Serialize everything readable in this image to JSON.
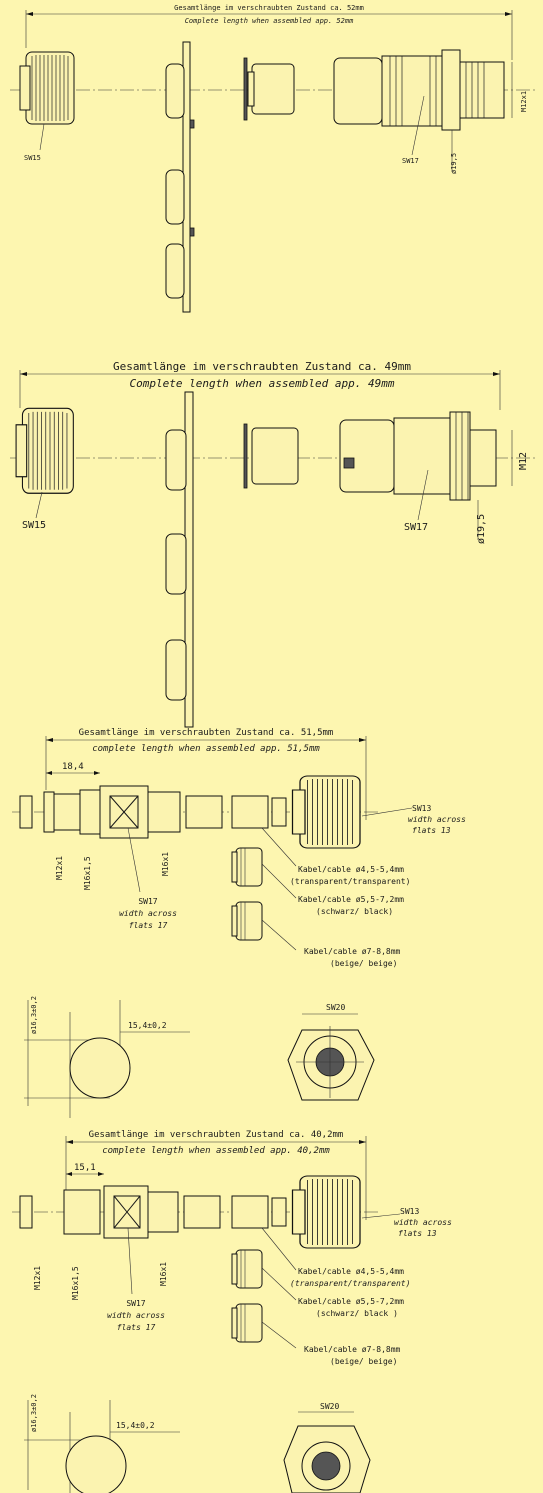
{
  "colors": {
    "background": "#fdf6b0",
    "ink": "#1a1a1a"
  },
  "views": [
    {
      "title_de": "Gesamtlänge im verschraubten Zustand ca. 52mm",
      "title_en": "Complete length when assembled app. 52mm",
      "sw_nut": "SW15",
      "sw_body": "SW17",
      "thread": "M12x1",
      "diameter": "ø19,5"
    },
    {
      "title_de": "Gesamtlänge im verschraubten Zustand ca. 49mm",
      "title_en": "Complete length when assembled app. 49mm",
      "sw_nut": "SW15",
      "sw_body": "SW17",
      "thread": "M12",
      "diameter": "ø19,5"
    },
    {
      "title_de": "Gesamtlänge im verschraubten Zustand ca. 51,5mm",
      "title_en": "complete length when assembled app. 51,5mm",
      "dim_front": "18,4",
      "thread_m12": "M12x1",
      "thread_m16": "M16x1,5",
      "thread_m16b": "M16x1",
      "sw_body": "SW17",
      "sw_body_en1": "width across",
      "sw_body_en2": "flats 17",
      "sw_nut": "SW13",
      "sw_nut_en1": "width across",
      "sw_nut_en2": "flats 13",
      "cable1_a": "Kabel/cable ø4,5-5,4mm",
      "cable1_b": "(transparent/transparent)",
      "cable2_a": "Kabel/cable ø5,5-7,2mm",
      "cable2_b": "(schwarz/ black)",
      "cable3_a": "Kabel/cable ø7-8,8mm",
      "cable3_b": "(beige/ beige)",
      "dia_side": "ø16,3±0,2",
      "len_side": "15,4±0,2",
      "sw_end": "SW20"
    },
    {
      "title_de": "Gesamtlänge im verschraubten Zustand ca. 40,2mm",
      "title_en": "complete length when assembled app. 40,2mm",
      "dim_front": "15,1",
      "thread_m12": "M12x1",
      "thread_m16": "M16x1,5",
      "thread_m16b": "M16x1",
      "sw_body": "SW17",
      "sw_body_en1": "width across",
      "sw_body_en2": "flats 17",
      "sw_nut": "SW13",
      "sw_nut_en1": "width across",
      "sw_nut_en2": "flats 13",
      "cable1_a": "Kabel/cable ø4,5-5,4mm",
      "cable1_b": "(transparent/transparent)",
      "cable2_a": "Kabel/cable ø5,5-7,2mm",
      "cable2_b": "(schwarz/ black )",
      "cable3_a": "Kabel/cable ø7-8,8mm",
      "cable3_b": "(beige/ beige)",
      "dia_side": "ø16,3±0,2",
      "len_side": "15,4±0,2",
      "sw_end": "SW20"
    }
  ]
}
